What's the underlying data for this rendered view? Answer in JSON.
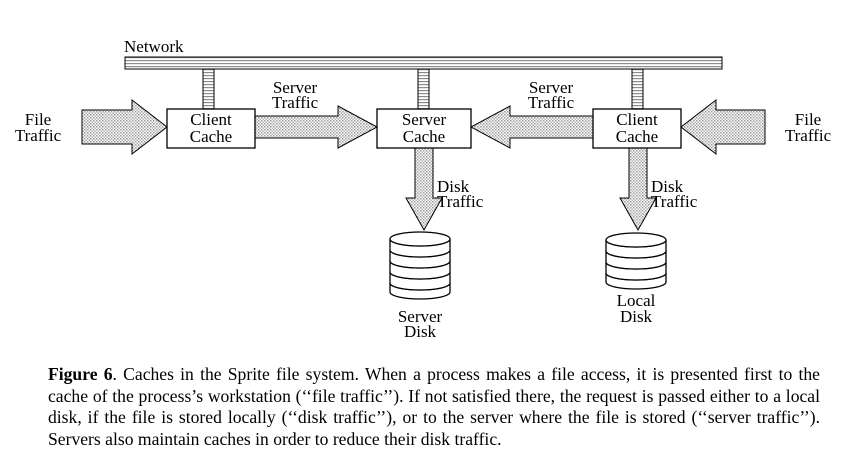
{
  "network_label": "Network",
  "nodes": {
    "client_cache_left": [
      "Client",
      "Cache"
    ],
    "server_cache": [
      "Server",
      "Cache"
    ],
    "client_cache_right": [
      "Client",
      "Cache"
    ],
    "server_disk": [
      "Server",
      "Disk"
    ],
    "local_disk": [
      "Local",
      "Disk"
    ]
  },
  "flows": {
    "file_traffic_left": [
      "File",
      "Traffic"
    ],
    "server_traffic_left": [
      "Server",
      "Traffic"
    ],
    "server_traffic_right": [
      "Server",
      "Traffic"
    ],
    "file_traffic_right": [
      "File",
      "Traffic"
    ],
    "disk_traffic_server": [
      "Disk",
      "Traffic"
    ],
    "disk_traffic_local": [
      "Disk",
      "Traffic"
    ]
  },
  "caption": {
    "label": "Figure 6",
    "text": ". Caches in the Sprite file system. When a process makes a file access, it is presented first to the cache of the process’s workstation (‘‘file traffic’’). If not satisfied there, the request is passed either to a local disk, if the file is stored locally (‘‘disk traffic’’), or to the server where the file is stored (‘‘server traffic’’). Servers also maintain caches in order to reduce their disk traffic."
  }
}
